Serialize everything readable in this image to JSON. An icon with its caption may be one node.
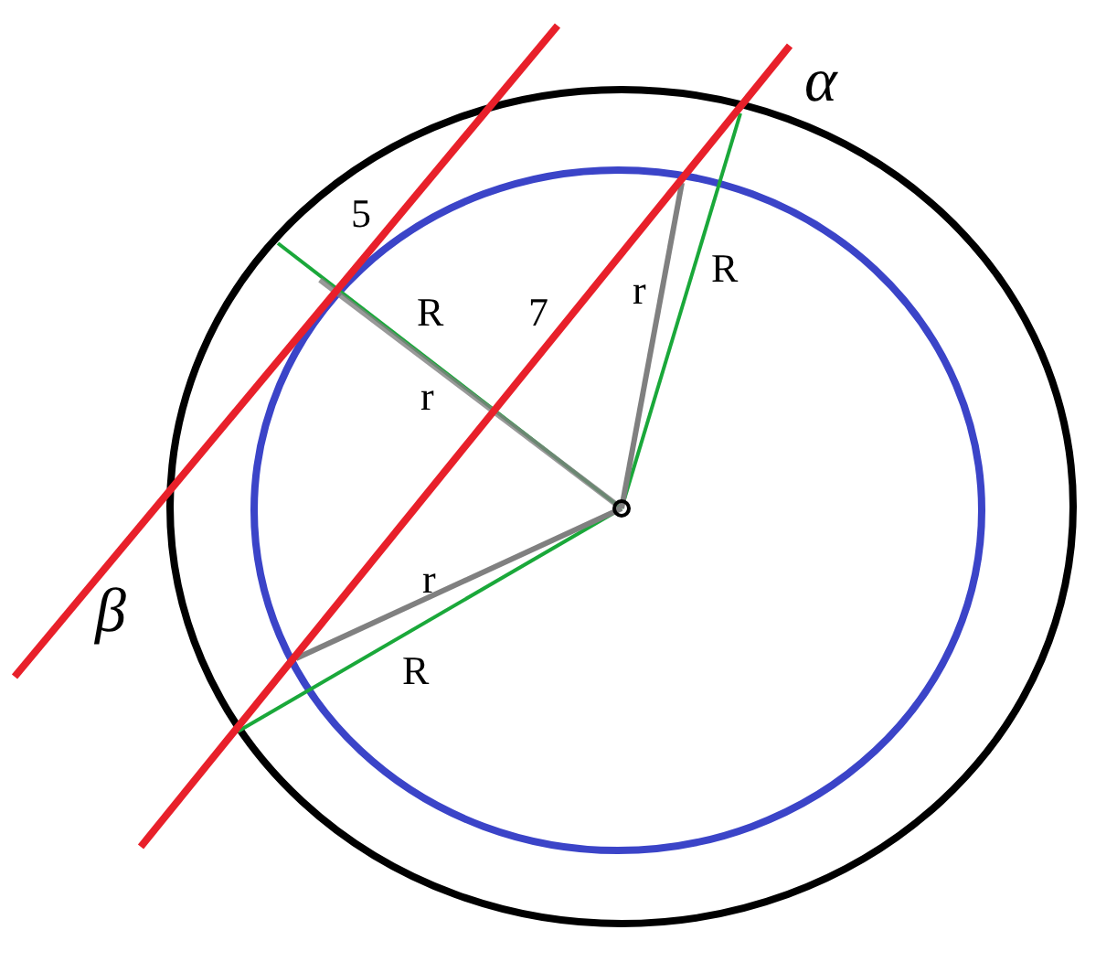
{
  "diagram": {
    "labels": [
      "α",
      "5",
      "R",
      "7",
      "r",
      "R",
      "r",
      "β",
      "r",
      "R"
    ]
  }
}
